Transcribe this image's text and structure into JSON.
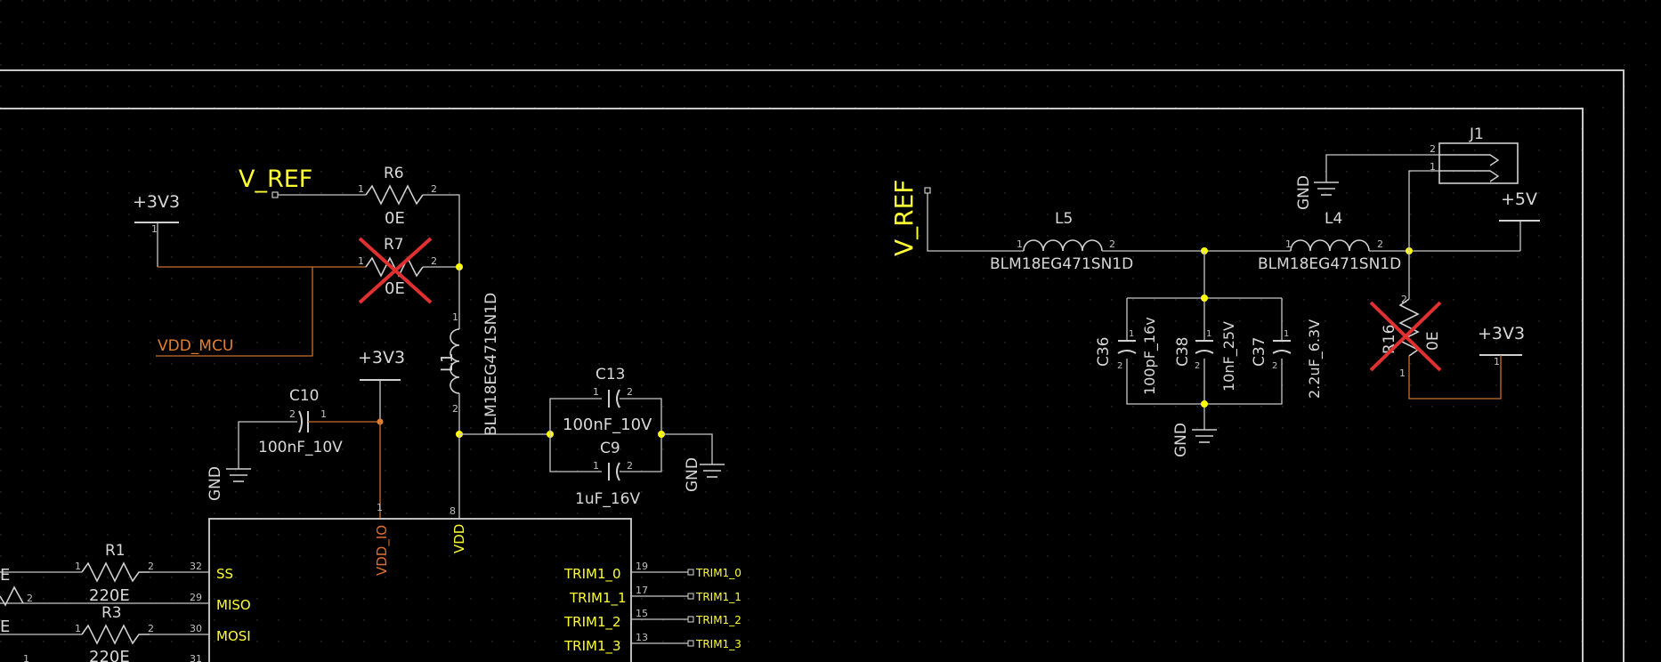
{
  "colors": {
    "background": "#000000",
    "grid_dot": "#2a2a2a",
    "border": "#c8c8c8",
    "wire": "#c8c8c8",
    "component": "#d0d0d0",
    "component_text": "#d8d8d8",
    "net_label": "#ffff33",
    "pin_number": "#c0c0c0",
    "alt_wire": "#c87030",
    "alt_text": "#e08030",
    "junction": "#ffff00",
    "dnp_cross": "#e03030",
    "ic_pin_text": "#ffff33",
    "vdd_io_text": "#e07030"
  },
  "schematic": {
    "net_labels": {
      "v_ref_left": "V_REF",
      "v_ref_right": "V_REF",
      "vdd_mcu": "VDD_MCU"
    },
    "power": {
      "p3v3_top": "+3V3",
      "p3v3_mid": "+3V3",
      "p3v3_right": "+3V3",
      "p5v": "+5V",
      "gnd_c10": "GND",
      "gnd_c9": "GND",
      "gnd_c36": "GND",
      "gnd_j1": "GND"
    },
    "resistors": {
      "r6_ref": "R6",
      "r6_val": "0E",
      "r7_ref": "R7",
      "r7_val": "0E",
      "r16_ref": "R16",
      "r16_val": "0E",
      "r1_ref": "R1",
      "r1_val": "220E",
      "r3_ref": "R3",
      "r3_val": "220E"
    },
    "capacitors": {
      "c10_ref": "C10",
      "c10_val": "100nF_10V",
      "c13_ref": "C13",
      "c13_val": "100nF_10V",
      "c9_ref": "C9",
      "c9_val": "1uF_16V",
      "c36_ref": "C36",
      "c36_val": "100pF_16v",
      "c38_ref": "C38",
      "c38_val": "10nF_25V",
      "c37_ref": "C37",
      "c37_val": "2.2uF_6.3V"
    },
    "inductors": {
      "l1_ref": "L1",
      "l1_val": "BLM18EG471SN1D",
      "l5_ref": "L5",
      "l5_val": "BLM18EG471SN1D",
      "l4_ref": "L4",
      "l4_val": "BLM18EG471SN1D"
    },
    "connector": {
      "j1_ref": "J1"
    },
    "ic": {
      "pin_vdd_io": "VDD_IO",
      "pin_vdd": "VDD",
      "pin_vdd_io_num": "1",
      "pin_vdd_num": "8",
      "left_pins": [
        {
          "name": "SS",
          "num": "32"
        },
        {
          "name": "MISO",
          "num": "29"
        },
        {
          "name": "MOSI",
          "num": "30"
        }
      ],
      "right_pins": [
        {
          "name": "TRIM1_0",
          "num": "19",
          "label": "TRIM1_0"
        },
        {
          "name": "TRIM1_1",
          "num": "17",
          "label": "TRIM1_1"
        },
        {
          "name": "TRIM1_2",
          "num": "15",
          "label": "TRIM1_2"
        },
        {
          "name": "TRIM1_3",
          "num": "13",
          "label": "TRIM1_3"
        }
      ]
    },
    "pin_numbers": {
      "one": "1",
      "two": "2",
      "thirty_one": "31"
    },
    "partial": {
      "left_fragment": "E"
    }
  }
}
